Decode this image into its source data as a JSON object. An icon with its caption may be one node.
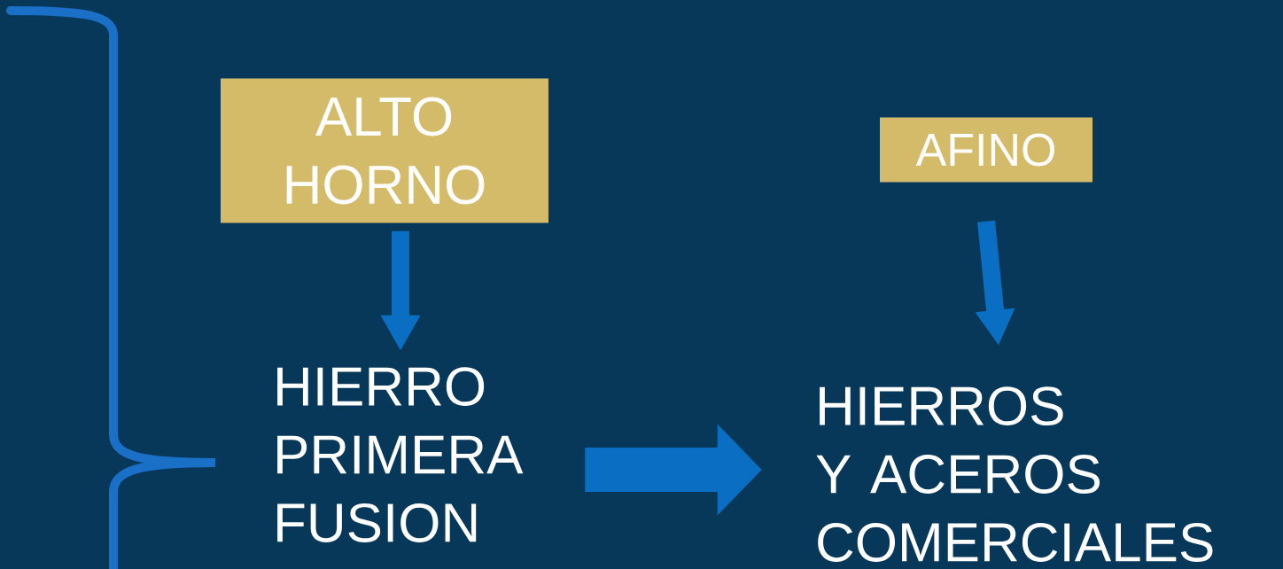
{
  "diagram": {
    "nodes": [
      {
        "text": [
          "ALTO HORNO"
        ]
      },
      {
        "text": [
          "AFINO"
        ]
      },
      {
        "text": [
          "HIERRO PRIMERA FUSION"
        ]
      },
      {
        "text": [
          "HIERROS Y ACEROS COMERCIALES"
        ]
      }
    ],
    "edges": [
      {
        "from": 0,
        "to": 2,
        "arrow": "to"
      },
      {
        "from": 1,
        "to": 3,
        "arrow": "to"
      },
      {
        "from": 2,
        "to": 3,
        "arrow": "to",
        "style": "thick"
      }
    ]
  }
}
